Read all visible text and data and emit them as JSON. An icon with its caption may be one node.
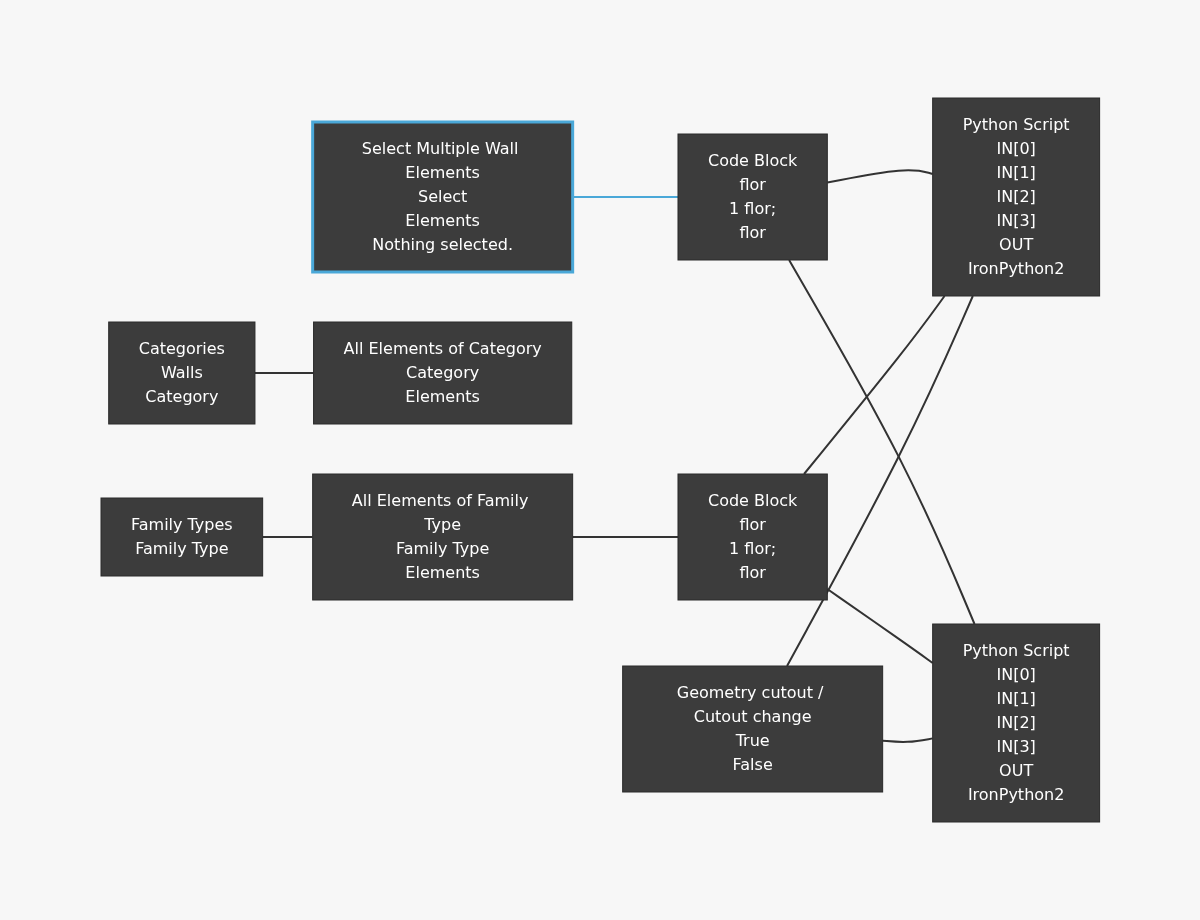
{
  "diagram": {
    "nodes": [
      {
        "text": [
          "Select Multiple Wall Elements",
          "Select",
          "Elements",
          "Nothing selected."
        ]
      },
      {
        "text": [
          "Categories",
          "Walls",
          "Category"
        ]
      },
      {
        "text": [
          "All Elements of Category",
          "Category",
          "Elements"
        ]
      },
      {
        "text": [
          "Family Types",
          "Family Type"
        ]
      },
      {
        "text": [
          "All Elements of Family Type",
          "Family Type",
          "Elements"
        ]
      },
      {
        "text": [
          "Code Block",
          "flor",
          "1 flor;",
          "flor"
        ]
      },
      {
        "text": [
          "Code Block",
          "flor",
          "1 flor;",
          "flor"
        ]
      },
      {
        "text": [
          "Geometry cutout / Cutout change",
          "True",
          "False"
        ]
      },
      {
        "text": [
          "Python Script",
          "IN[0]",
          "IN[1]",
          "IN[2]",
          "IN[3]",
          "OUT",
          "IronPython2"
        ]
      },
      {
        "text": [
          "Python Script",
          "IN[0]",
          "IN[1]",
          "IN[2]",
          "IN[3]",
          "OUT",
          "IronPython2"
        ]
      }
    ],
    "edges": [
      {
        "from": 0,
        "to": 5,
        "arrow": "none",
        "color": "#4aa8d8"
      },
      {
        "from": 1,
        "to": 2,
        "arrow": "none"
      },
      {
        "from": 3,
        "to": 4,
        "arrow": "none"
      },
      {
        "from": 4,
        "to": 6,
        "arrow": "none"
      },
      {
        "from": 5,
        "to": 8,
        "arrow": "none"
      },
      {
        "from": 5,
        "to": 9,
        "arrow": "none"
      },
      {
        "from": 6,
        "to": 8,
        "arrow": "none"
      },
      {
        "from": 6,
        "to": 9,
        "arrow": "none"
      },
      {
        "from": 7,
        "to": 8,
        "arrow": "none"
      },
      {
        "from": 7,
        "to": 9,
        "arrow": "none"
      }
    ]
  }
}
